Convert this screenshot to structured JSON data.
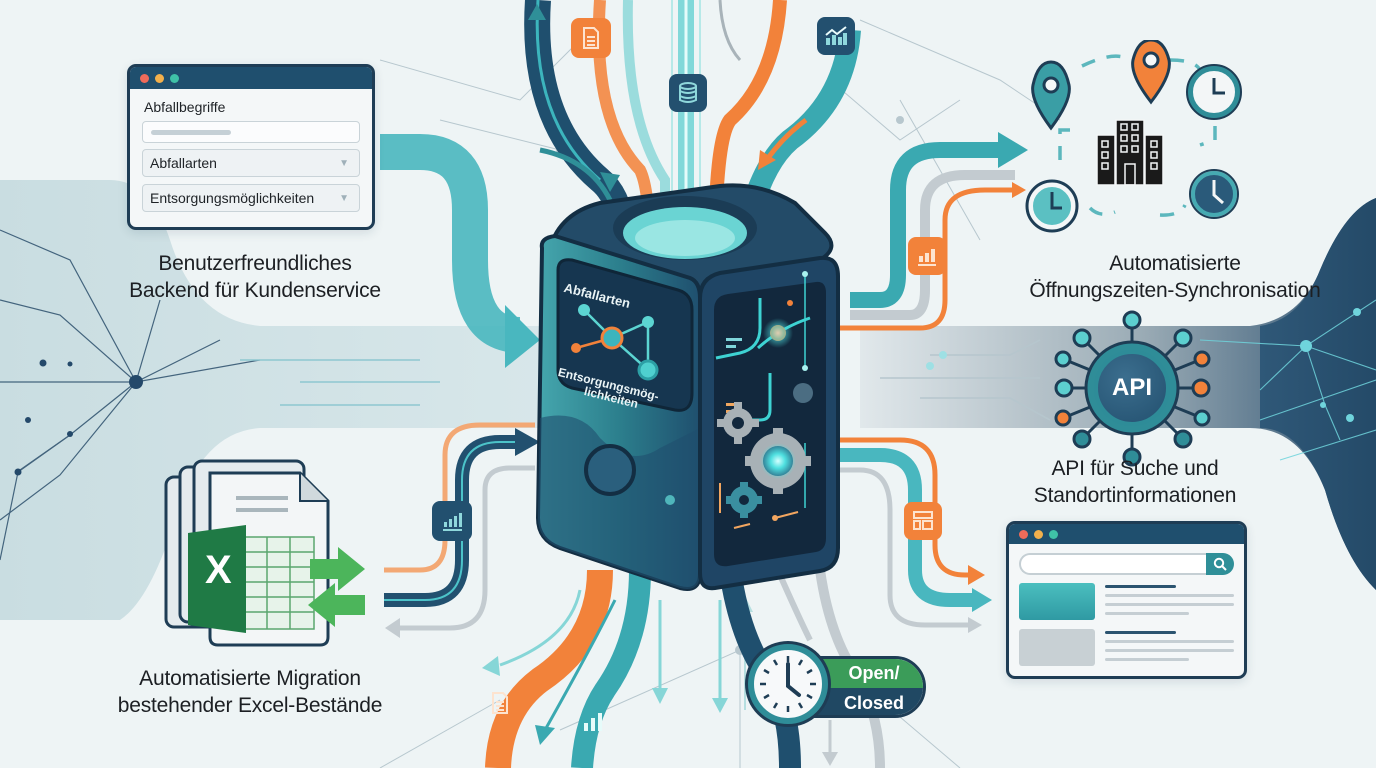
{
  "colors": {
    "navy": "#1f4f6e",
    "navy_dark": "#1e3d55",
    "teal": "#2f8f98",
    "teal_light": "#5ccfcf",
    "orange": "#f2823a",
    "gray": "#c3cbd0",
    "green": "#3b9c59",
    "background": "#eef4f5"
  },
  "left_top": {
    "form_window": {
      "title": "Abfallbegriffe",
      "search_placeholder": "",
      "select_1": "Abfallarten",
      "select_2": "Entsorgungsmöglichkeiten"
    },
    "caption_line1": "Benutzerfreundliches",
    "caption_line2": "Backend für Kundenservice"
  },
  "left_bottom": {
    "excel_icon_letter": "X",
    "caption_line1": "Automatisierte Migration",
    "caption_line2": "bestehender Excel-Bestände"
  },
  "right_top": {
    "icons": [
      "map-pin-teal",
      "map-pin-orange",
      "clock",
      "building",
      "clock",
      "clock"
    ],
    "caption_line1": "Automatisierte",
    "caption_line2": "Öffnungszeiten-Synchronisation"
  },
  "right_middle": {
    "hub_label": "API",
    "caption_line1": "API für Suche und",
    "caption_line2": "Standortinformationen"
  },
  "right_bottom": {
    "search_window": {
      "search_placeholder": "",
      "search_icon": "magnifier"
    }
  },
  "center": {
    "cube_display_line1": "Abfallarten",
    "cube_display_line2": "Entsorgungsmög-",
    "cube_display_line3": "lichkeiten"
  },
  "status_badge": {
    "open_label": "Open/",
    "closed_label": "Closed"
  },
  "flow_icons": [
    "document-icon",
    "database-icon",
    "trend-chart-icon",
    "bar-chart-icon",
    "layout-icon",
    "document-icon",
    "bar-chart-icon"
  ]
}
